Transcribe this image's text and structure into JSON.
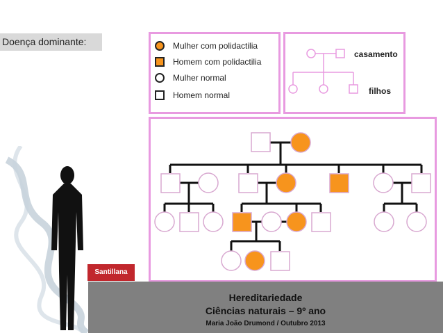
{
  "title": "Doença dominante:",
  "legend": {
    "items": [
      {
        "label": "Mulher com polidactilia",
        "shape": "circle",
        "affected": true
      },
      {
        "label": "Homem com polidactilia",
        "shape": "square",
        "affected": true
      },
      {
        "label": "Mulher normal",
        "shape": "circle",
        "affected": false
      },
      {
        "label": "Homem normal",
        "shape": "square",
        "affected": false
      }
    ]
  },
  "key": {
    "marriage_label": "casamento",
    "children_label": "filhos"
  },
  "colors": {
    "affected": "#f7941d",
    "frame": "#e89ae0",
    "footer": "#808080"
  },
  "logo": {
    "text": "Santillana"
  },
  "footer": {
    "title": "Hereditariedade",
    "subtitle": "Ciências naturais – 9º ano",
    "credit": "Maria João Drumond / Outubro 2013"
  }
}
